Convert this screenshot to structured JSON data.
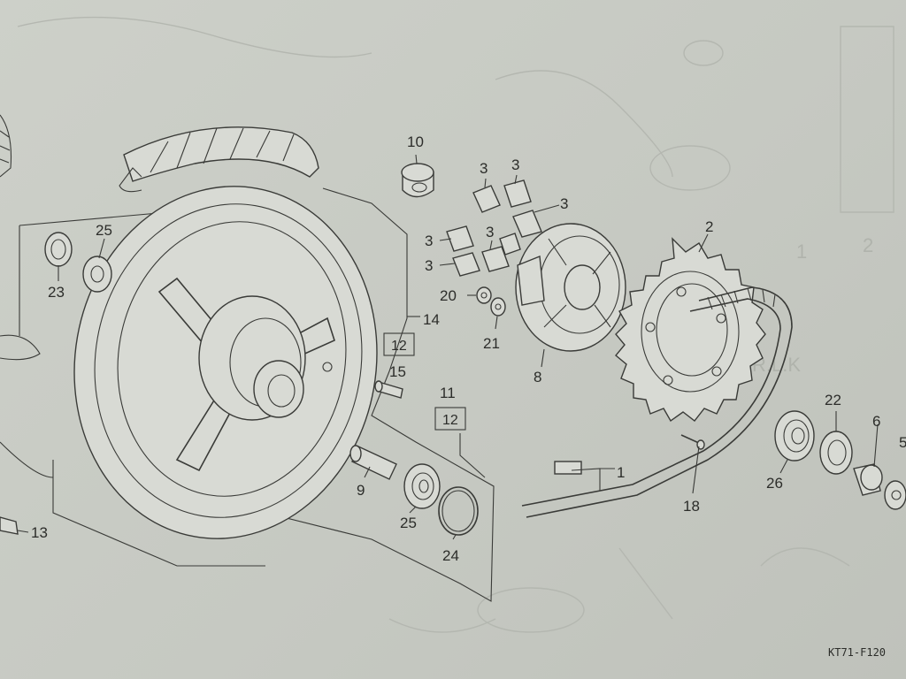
{
  "diagram_code": "KT71-F120",
  "callouts": {
    "c1": "1",
    "c2": "2",
    "c3a": "3",
    "c3b": "3",
    "c3c": "3",
    "c3d": "3",
    "c3e": "3",
    "c3f": "3",
    "c5": "5",
    "c6": "6",
    "c8": "8",
    "c9": "9",
    "c10": "10",
    "c11": "11",
    "c12a": "12",
    "c12b": "12",
    "c13": "13",
    "c14": "14",
    "c15": "15",
    "c18": "18",
    "c20": "20",
    "c21": "21",
    "c22": "22",
    "c23": "23",
    "c24": "24",
    "c25a": "25",
    "c25b": "25",
    "c26": "26"
  }
}
